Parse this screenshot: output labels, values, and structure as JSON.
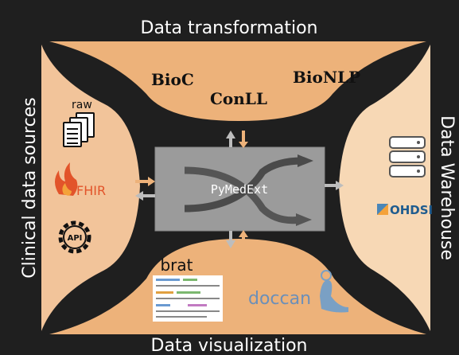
{
  "frame": {
    "top_title": "Data transformation",
    "bottom_title": "Data visualization",
    "left_title": "Clinical data sources",
    "right_title": "Data Warehouse"
  },
  "transformation": {
    "formats": [
      "BioC",
      "ConLL",
      "BioNLP"
    ]
  },
  "sources": {
    "raw_label": "raw",
    "fhir_label": "FHIR",
    "api_label": "API"
  },
  "core": {
    "name": "PyMedExt"
  },
  "visualization": {
    "brat_label": "brat",
    "doccano_label": "doccan"
  },
  "warehouse": {
    "ohdsi_label": "OHDSI"
  },
  "colors": {
    "background": "#1f1f1f",
    "region_fill": "#edb27a",
    "region_light": "#f7d8b5",
    "core_fill": "#9b9b9b",
    "arrow": "#bdbdbd",
    "fhir": "#e2542a",
    "ohdsi": "#1f5c8f"
  }
}
